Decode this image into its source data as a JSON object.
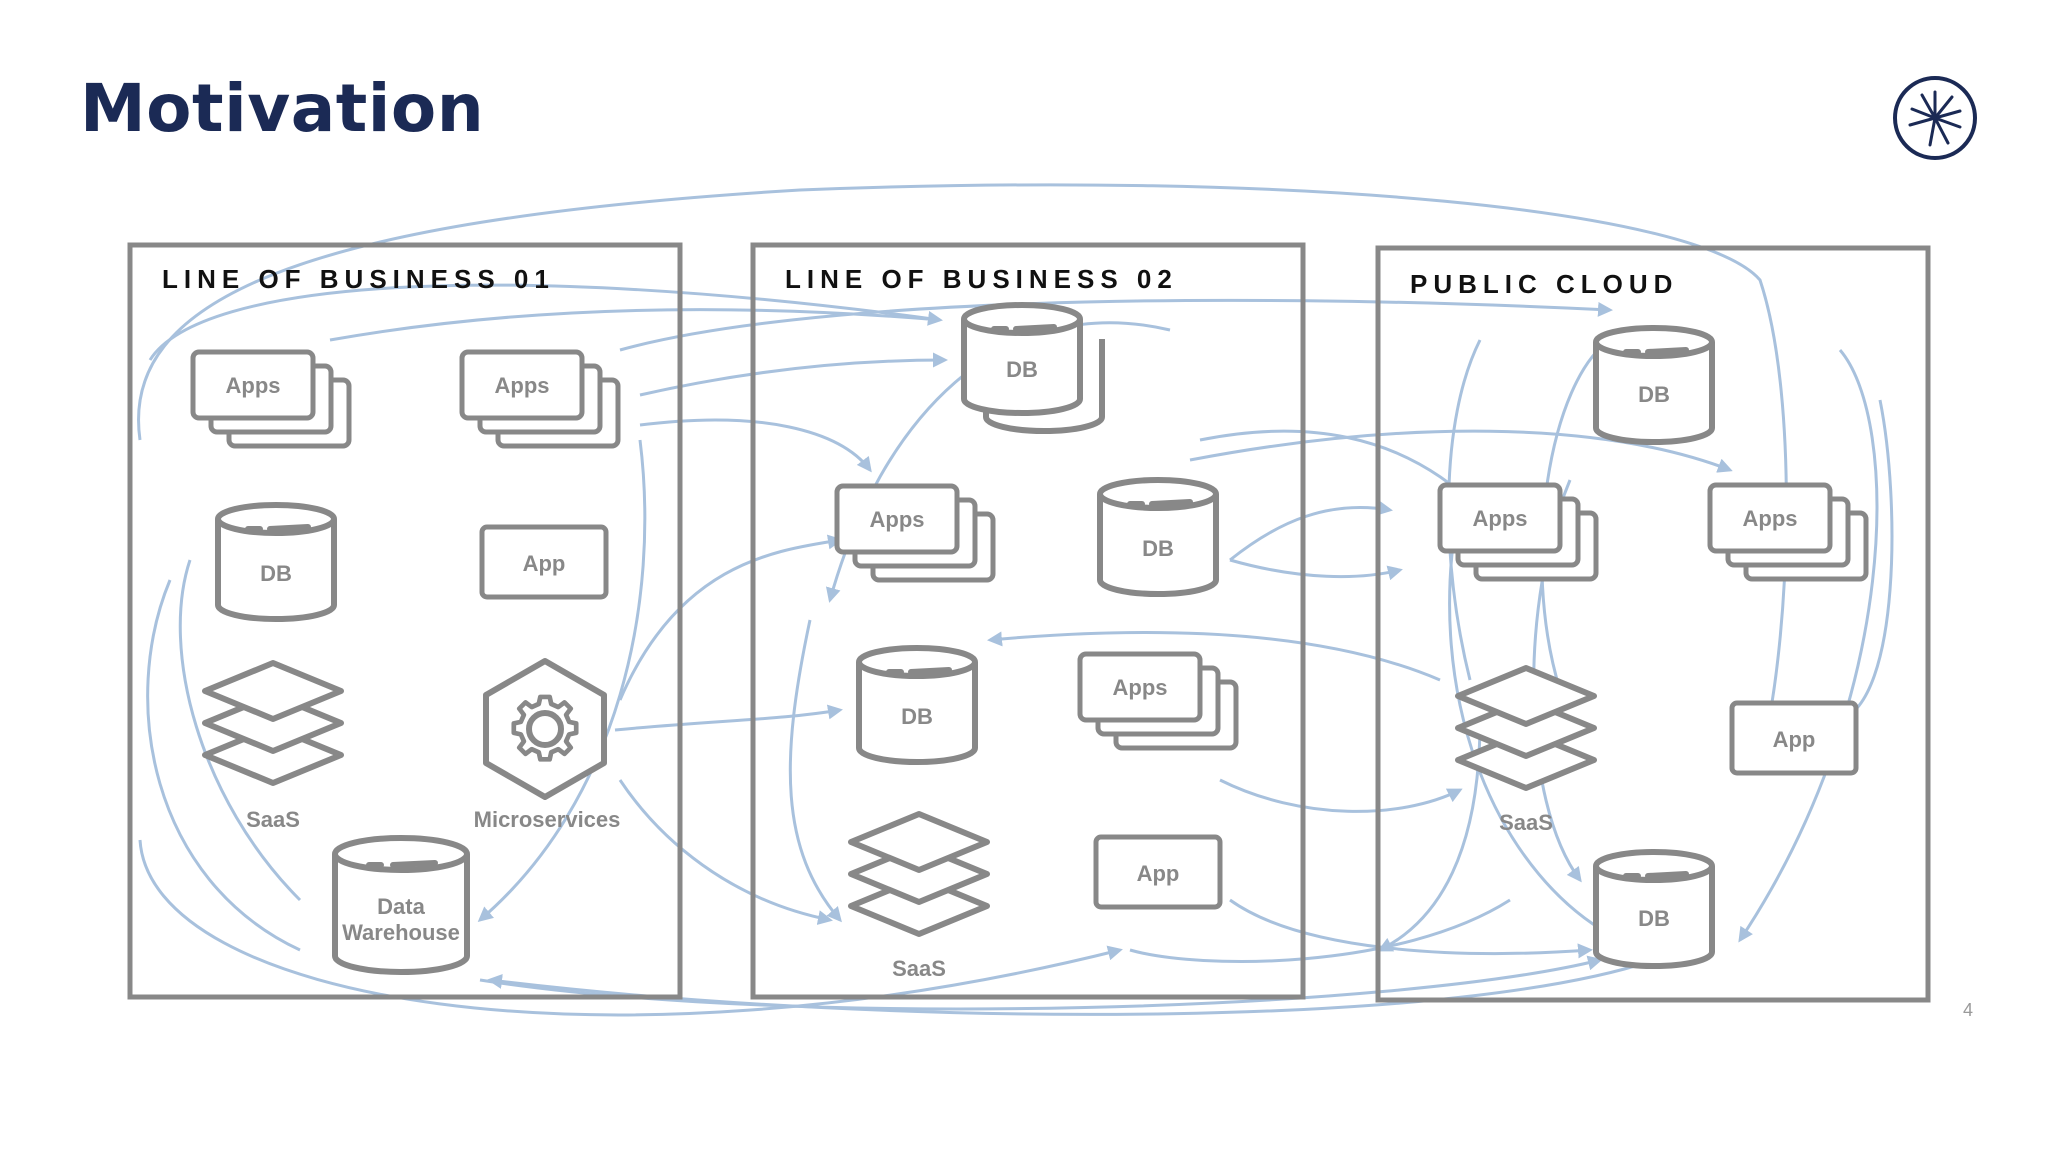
{
  "slide": {
    "title": "Motivation",
    "page_number": "4"
  },
  "logo": {
    "icon": "starburst-logo-icon",
    "color": "#1b2a55"
  },
  "colors": {
    "title": "#1b2a55",
    "box_border": "#888888",
    "node": "#888888",
    "flow": "#a8c1dd"
  },
  "zones": [
    {
      "title": "LINE OF BUSINESS 01",
      "nodes": [
        {
          "label": "Apps",
          "icon": "stacked-apps-icon"
        },
        {
          "label": "Apps",
          "icon": "stacked-apps-icon"
        },
        {
          "label": "DB",
          "icon": "database-icon"
        },
        {
          "label": "App",
          "icon": "app-box-icon"
        },
        {
          "label": "SaaS",
          "icon": "layers-icon"
        },
        {
          "label": "Microservices",
          "icon": "gear-hexagon-icon"
        },
        {
          "label": "Data Warehouse",
          "line1": "Data",
          "line2": "Warehouse",
          "icon": "database-icon"
        }
      ]
    },
    {
      "title": "LINE OF BUSINESS 02",
      "nodes": [
        {
          "label": "DB",
          "icon": "stacked-database-icon"
        },
        {
          "label": "Apps",
          "icon": "stacked-apps-icon"
        },
        {
          "label": "DB",
          "icon": "database-icon"
        },
        {
          "label": "DB",
          "icon": "database-icon"
        },
        {
          "label": "Apps",
          "icon": "stacked-apps-icon"
        },
        {
          "label": "SaaS",
          "icon": "layers-icon"
        },
        {
          "label": "App",
          "icon": "app-box-icon"
        }
      ]
    },
    {
      "title": "PUBLIC CLOUD",
      "nodes": [
        {
          "label": "DB",
          "icon": "database-icon"
        },
        {
          "label": "Apps",
          "icon": "stacked-apps-icon"
        },
        {
          "label": "Apps",
          "icon": "stacked-apps-icon"
        },
        {
          "label": "SaaS",
          "icon": "layers-icon"
        },
        {
          "label": "App",
          "icon": "app-box-icon"
        },
        {
          "label": "DB",
          "icon": "database-icon"
        }
      ]
    }
  ]
}
